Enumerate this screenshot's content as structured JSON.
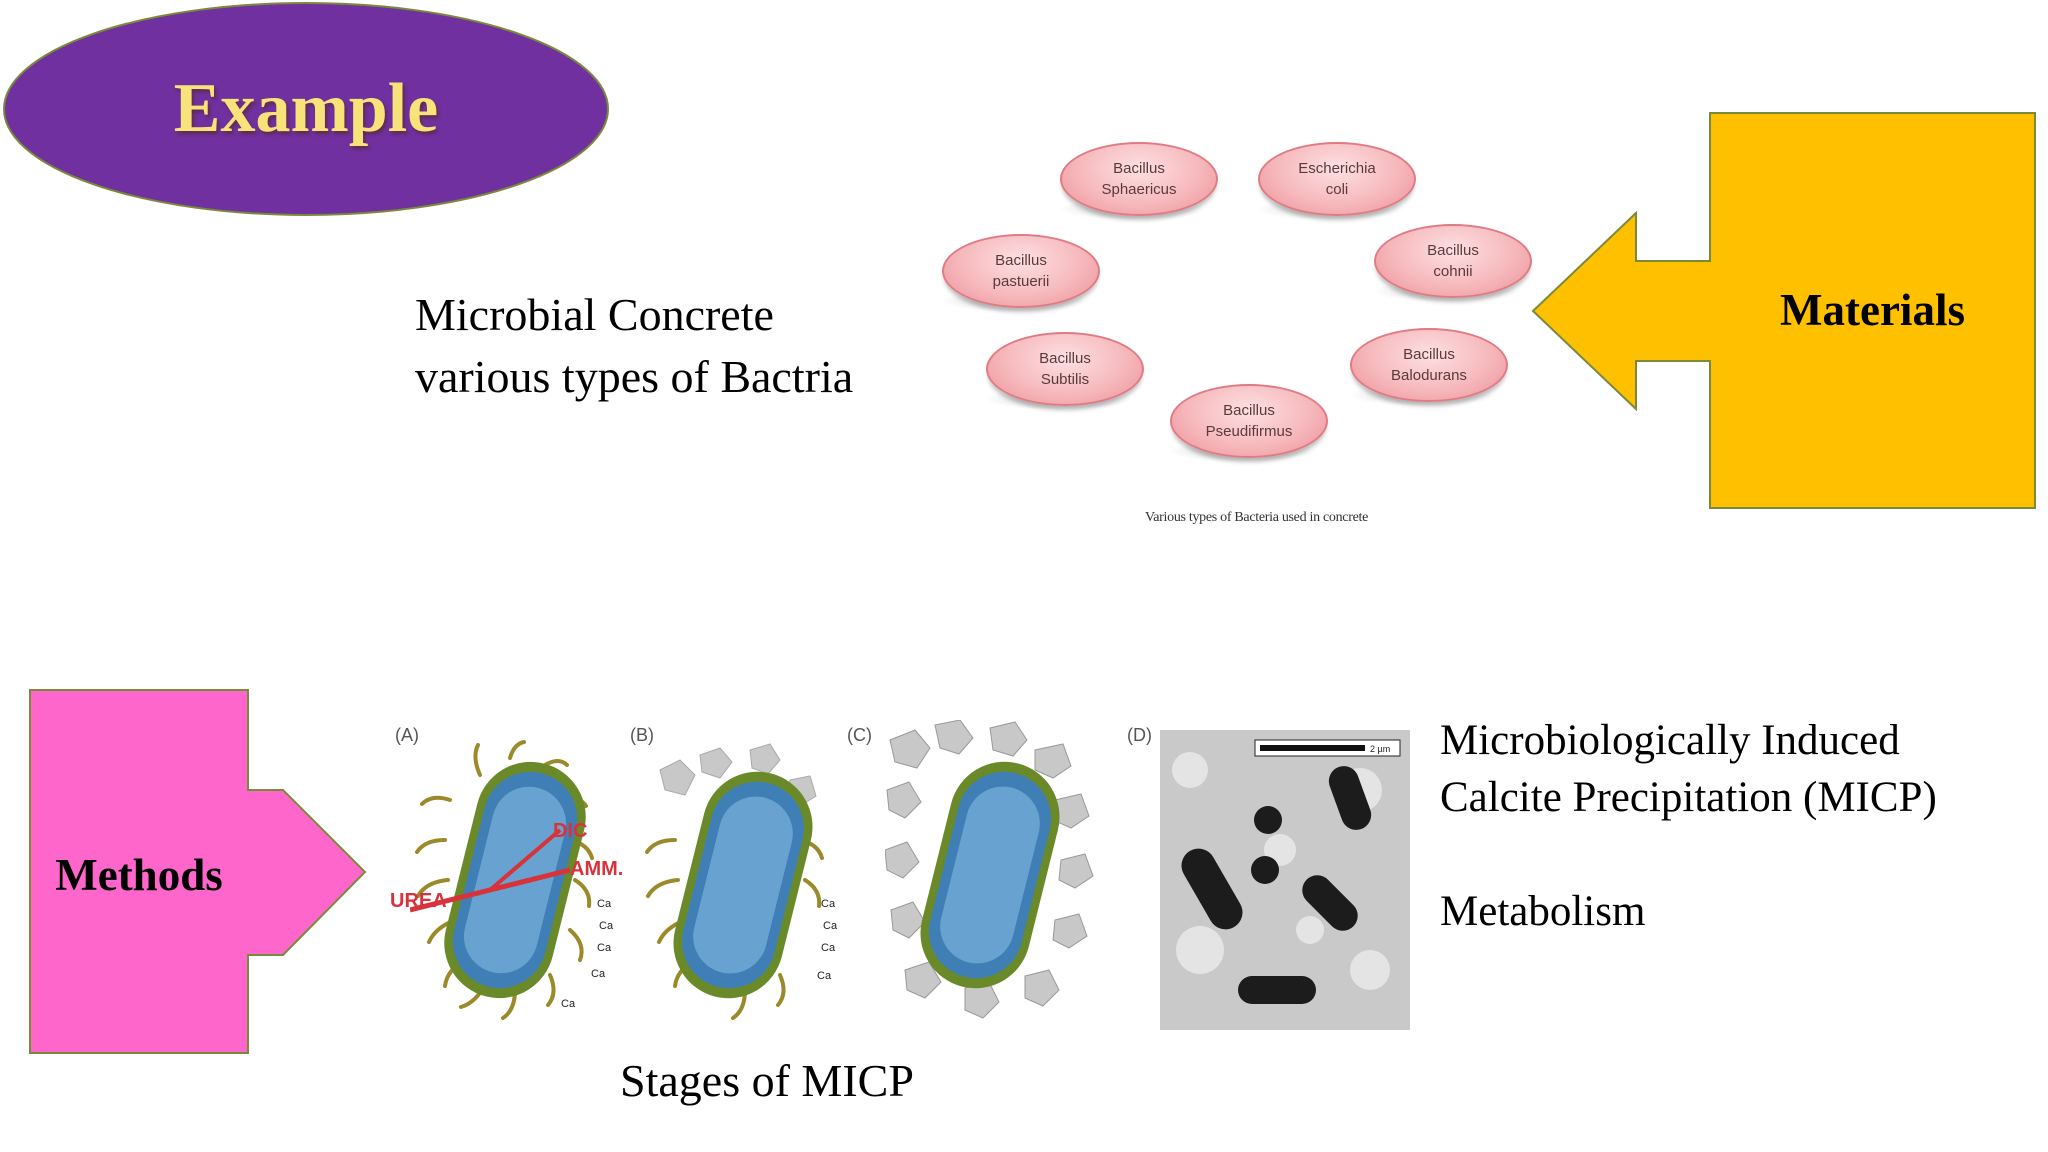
{
  "title": "Example",
  "materials": {
    "label": "Materials",
    "text_line1": "Microbial Concrete",
    "text_line2": "various types of Bactria",
    "figure_caption": "Various types of Bacteria used in concrete",
    "bacteria": [
      {
        "line1": "Bacillus",
        "line2": "Sphaericus"
      },
      {
        "line1": "Escherichia",
        "line2": "coli"
      },
      {
        "line1": "Bacillus",
        "line2": "pastuerii"
      },
      {
        "line1": "Bacillus",
        "line2": "cohnii"
      },
      {
        "line1": "Bacillus",
        "line2": "Subtilis"
      },
      {
        "line1": "Bacillus",
        "line2": "Balodurans"
      },
      {
        "line1": "Bacillus",
        "line2": "Pseudifirmus"
      }
    ]
  },
  "methods": {
    "label": "Methods",
    "caption": "Stages of MICP",
    "text_line1": "Microbiologically Induced",
    "text_line2": "Calcite Precipitation (MICP)",
    "text_line3": "Metabolism",
    "panels": [
      "(A)",
      "(B)",
      "(C)",
      "(D)"
    ],
    "panel_a_labels": {
      "dic": "DIC",
      "amm": "AMM.",
      "urea": "UREA"
    },
    "ca_label": "Ca",
    "scale_label": "2 µm"
  },
  "colors": {
    "title_oval": "#7030a0",
    "title_text": "#f8e27a",
    "materials_arrow": "#ffc000",
    "methods_arrow": "#ff66cc",
    "bacteria_pill": "#f6b9bd"
  }
}
